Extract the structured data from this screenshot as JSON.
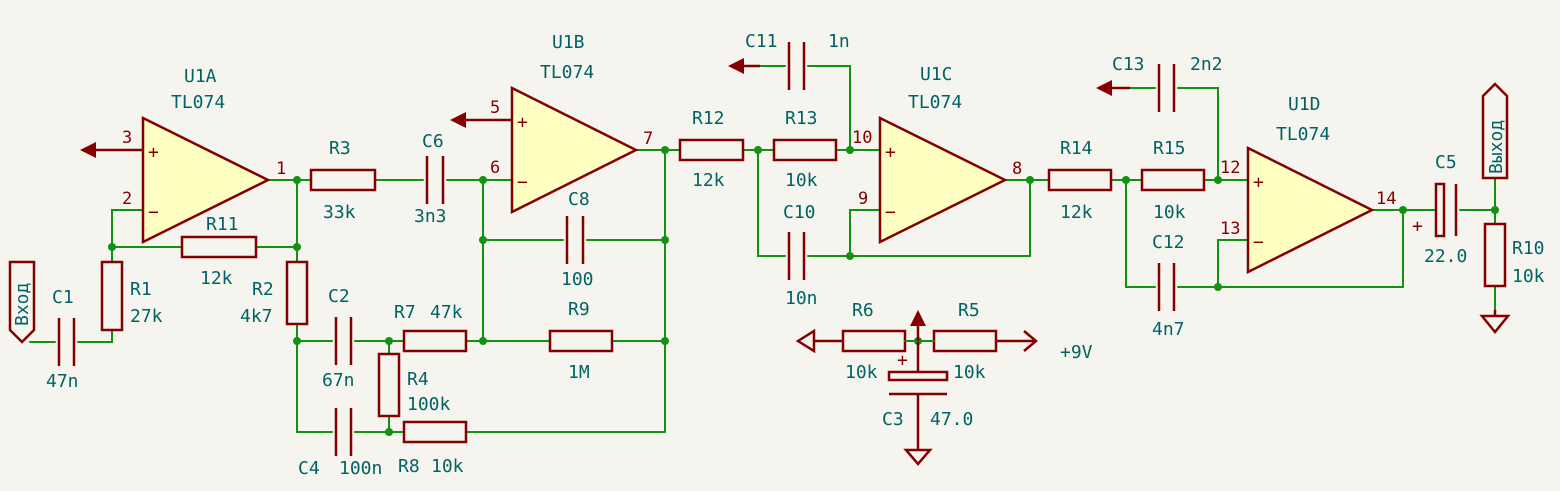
{
  "colors": {
    "wire": "#129112",
    "component": "#840000",
    "text": "#006464",
    "fill": "#ffffc2",
    "background": "#f5f4ef"
  },
  "opamps": {
    "u1a": {
      "ref": "U1A",
      "value": "TL074",
      "pin_plus": "3",
      "pin_minus": "2",
      "pin_out": "1"
    },
    "u1b": {
      "ref": "U1B",
      "value": "TL074",
      "pin_plus": "5",
      "pin_minus": "6",
      "pin_out": "7"
    },
    "u1c": {
      "ref": "U1C",
      "value": "TL074",
      "pin_plus": "10",
      "pin_minus": "9",
      "pin_out": "8"
    },
    "u1d": {
      "ref": "U1D",
      "value": "TL074",
      "pin_plus": "12",
      "pin_minus": "13",
      "pin_out": "14"
    }
  },
  "resistors": {
    "r1": {
      "ref": "R1",
      "value": "27k"
    },
    "r2": {
      "ref": "R2",
      "value": "4k7"
    },
    "r3": {
      "ref": "R3",
      "value": "33k"
    },
    "r4": {
      "ref": "R4",
      "value": "100k"
    },
    "r5": {
      "ref": "R5",
      "value": "10k"
    },
    "r6": {
      "ref": "R6",
      "value": "10k"
    },
    "r7": {
      "ref": "R7",
      "value": "47k"
    },
    "r8": {
      "ref": "R8",
      "value": "10k"
    },
    "r9": {
      "ref": "R9",
      "value": "1M"
    },
    "r10": {
      "ref": "R10",
      "value": "10k"
    },
    "r11": {
      "ref": "R11",
      "value": "12k"
    },
    "r12": {
      "ref": "R12",
      "value": "12k"
    },
    "r13": {
      "ref": "R13",
      "value": "10k"
    },
    "r14": {
      "ref": "R14",
      "value": "12k"
    },
    "r15": {
      "ref": "R15",
      "value": "10k"
    }
  },
  "capacitors": {
    "c1": {
      "ref": "C1",
      "value": "47n"
    },
    "c2": {
      "ref": "C2",
      "value": "67n"
    },
    "c3": {
      "ref": "C3",
      "value": "47.0"
    },
    "c4": {
      "ref": "C4",
      "value": "100n"
    },
    "c5": {
      "ref": "C5",
      "value": "22.0"
    },
    "c6": {
      "ref": "C6",
      "value": "3n3"
    },
    "c8": {
      "ref": "C8",
      "value": "100"
    },
    "c10": {
      "ref": "C10",
      "value": "10n"
    },
    "c11": {
      "ref": "C11",
      "value": "1n"
    },
    "c12": {
      "ref": "C12",
      "value": "4n7"
    },
    "c13": {
      "ref": "C13",
      "value": "2n2"
    }
  },
  "labels": {
    "input": "Вход",
    "output": "Выход",
    "supply": "+9V",
    "plus_sign": "+",
    "minus_sign": "−"
  }
}
